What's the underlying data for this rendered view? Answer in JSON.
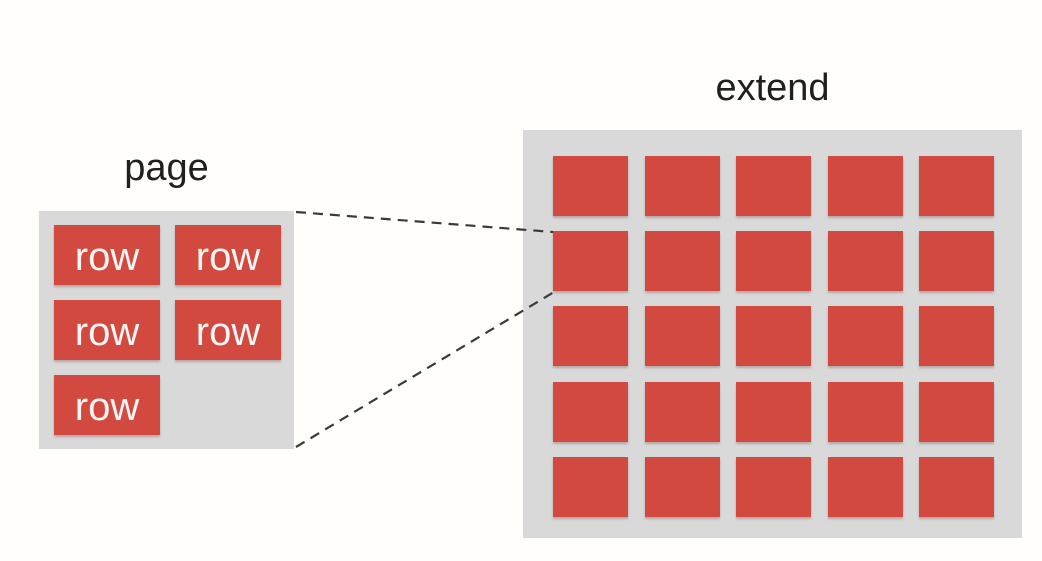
{
  "canvas": {
    "background": "#fffefa"
  },
  "page_panel": {
    "title": "page",
    "blocks": [
      {
        "label": "row"
      },
      {
        "label": "row"
      },
      {
        "label": "row"
      },
      {
        "label": "row"
      },
      {
        "label": "row"
      }
    ]
  },
  "extend_panel": {
    "title": "extend",
    "grid": {
      "rows": 5,
      "cols": 5
    }
  },
  "connectors": {
    "count": 2,
    "style": "dashed"
  },
  "colors": {
    "block_red": "#d2493f",
    "panel_gray": "#d9d9d9",
    "dash_color": "#3a3a3a",
    "title_text": "#1f1f1f",
    "block_text": "#fbf5f4",
    "background": "#fffefa"
  }
}
